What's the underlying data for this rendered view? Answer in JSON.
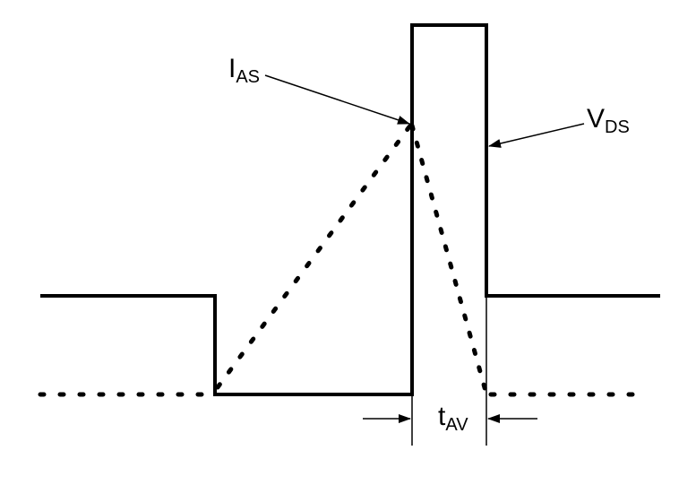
{
  "labels": {
    "ias": {
      "main": "I",
      "sub": "AS"
    },
    "vds": {
      "main": "V",
      "sub": "DS"
    },
    "tav": {
      "main": "t",
      "sub": "AV"
    }
  },
  "colors": {
    "line": "#000000",
    "background": "#ffffff"
  }
}
